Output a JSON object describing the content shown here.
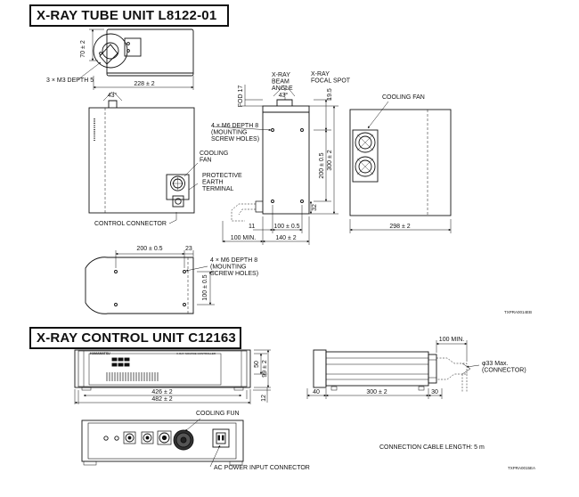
{
  "titles": {
    "tube_unit": "X-RAY TUBE UNIT L8122-01",
    "control_unit": "X-RAY CONTROL UNIT C12163"
  },
  "tube_unit": {
    "top_view": {
      "dim_height": "70 ± 2",
      "dim_length": "228 ± 2",
      "screw_note": "3 × M3  DEPTH 5"
    },
    "side_view": {
      "angle": "43°",
      "cooling_fan": "COOLING\nFAN",
      "earth_terminal": "PROTECTIVE\nEARTH\nTERMINAL",
      "control_connector": "CONTROL CONNECTOR",
      "mounting_note": "4 × M6  DEPTH 8\n(MOUNTING\nSCREW HOLES)"
    },
    "front_view": {
      "beam_angle": "X-RAY\nBEAM\nANGLE",
      "beam_angle_value": "43°",
      "focal_spot": "X-RAY\nFOCAL SPOT",
      "fod": "FOD 17",
      "dim_top_offset": "19.5",
      "dim_hole_spacing_v": "200 ± 0.5",
      "dim_height": "300 ± 2",
      "dim_bottom_offset": "32",
      "dim_left_offset": "11",
      "dim_hole_spacing_h": "100 ± 0.5",
      "dim_width": "140 ± 2",
      "dim_min": "100 MIN."
    },
    "rear_view": {
      "cooling_fan": "COOLING FAN",
      "dim_depth": "298 ± 2"
    },
    "bottom_view": {
      "dim_hole_spacing": "200 ± 0.5",
      "dim_offset": "23",
      "dim_hole_spacing_v": "100 ± 0.5",
      "mounting_note": "4 × M6  DEPTH 8\n(MOUNTING\nSCREW HOLES)"
    },
    "drawing_code": "TXPRA0014EB"
  },
  "control_unit": {
    "front_view": {
      "brand": "HAMAMATSU",
      "model_label": "X-RAY SOURCE CONTROLLER",
      "dim_inner_width": "426 ± 2",
      "dim_width": "482 ± 2",
      "dim_panel": "50",
      "dim_height": "99 ± 2",
      "dim_foot": "12"
    },
    "side_view": {
      "dim_min": "100 MIN.",
      "connector_note": "φ33 Max.\n(CONNECTOR)",
      "dim_front": "40",
      "dim_depth": "300 ± 2",
      "dim_rear": "30"
    },
    "rear_view": {
      "cooling_fun": "COOLING FUN",
      "ac_connector": "AC POWER INPUT CONNECTOR"
    },
    "cable_length": "CONNECTION CABLE LENGTH: 5 m",
    "drawing_code": "TXPRA0015EA"
  }
}
